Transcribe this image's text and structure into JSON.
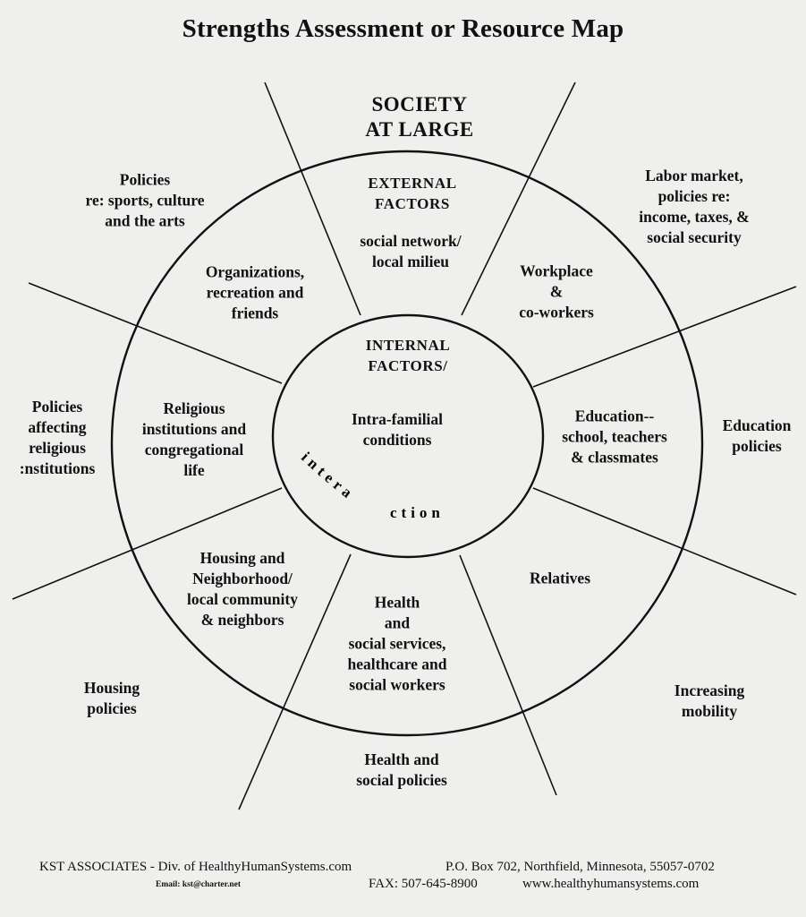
{
  "title": "Strengths Assessment or Resource Map",
  "society": [
    "SOCIETY",
    "AT LARGE"
  ],
  "external_factors": [
    "EXTERNAL",
    "FACTORS"
  ],
  "internal_factors": [
    "INTERNAL",
    "FACTORS/"
  ],
  "center": [
    "Intra-familial",
    "conditions"
  ],
  "interaction": {
    "part1": "intera",
    "part2": "ction"
  },
  "middle_ring": {
    "social_network": [
      "social network/",
      "local milieu"
    ],
    "workplace": [
      "Workplace",
      "&",
      "co-workers"
    ],
    "education": [
      "Education--",
      "school, teachers",
      "& classmates"
    ],
    "relatives": [
      "Relatives"
    ],
    "health": [
      "Health",
      "and",
      "social services,",
      "healthcare and",
      "social workers"
    ],
    "housing": [
      "Housing and",
      "Neighborhood/",
      "local community",
      "& neighbors"
    ],
    "religious": [
      "Religious",
      "institutions and",
      "congregational",
      "life"
    ],
    "organizations": [
      "Organizations,",
      "recreation and",
      "friends"
    ]
  },
  "outer_ring": {
    "labor": [
      "Labor market,",
      "policies re:",
      "income, taxes, &",
      "social security"
    ],
    "education_policies": [
      "Education",
      "policies"
    ],
    "mobility": [
      "Increasing",
      "mobility"
    ],
    "health_policies": [
      "Health and",
      "social policies"
    ],
    "housing_policies": [
      "Housing",
      "policies"
    ],
    "religious_policies": [
      "Policies",
      "affecting",
      "religious",
      ":nstitutions"
    ],
    "sports_policies": [
      "Policies",
      "re: sports, culture",
      "and the arts"
    ]
  },
  "footer": {
    "line1_left": "KST ASSOCIATES - Div. of HealthyHumanSystems.com",
    "line1_right": "P.O. Box 702, Northfield, Minnesota, 55057-0702",
    "email": "Email: kst@charter.net",
    "fax": "FAX:  507-645-8900",
    "web": "www.healthyhumansystems.com"
  }
}
